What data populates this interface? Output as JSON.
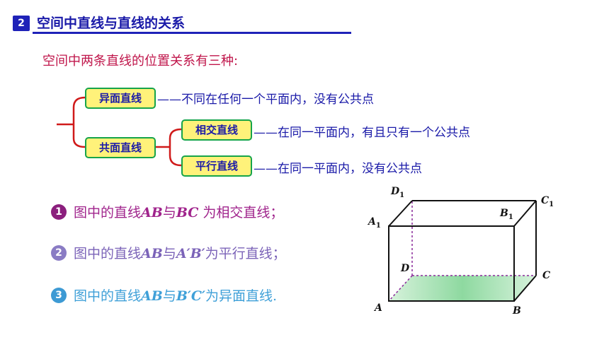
{
  "header": {
    "badge": "2",
    "title": "空间中直线与直线的关系"
  },
  "intro": "空间中两条直线的位置关系有三种:",
  "tree": {
    "skew": {
      "label": "异面直线",
      "desc": "——不同在任何一个平面内，没有公共点"
    },
    "coplanar": {
      "label": "共面直线"
    },
    "intersect": {
      "label": "相交直线",
      "desc": "——在同一平面内，有且只有一个公共点"
    },
    "parallel": {
      "label": "平行直线",
      "desc": "——在同一平面内，没有公共点"
    }
  },
  "statements": [
    {
      "num": "1",
      "pre": "图中的直线",
      "a": "AB",
      "mid": "与",
      "b": "BC",
      "post": " 为相交直线；",
      "color": "#a0248c",
      "badge": "#8b1f7d"
    },
    {
      "num": "2",
      "pre": "图中的直线",
      "a": "AB",
      "mid": "与",
      "b": "A′B′",
      "post": "为平行直线；",
      "color": "#7b63b8",
      "badge": "#8a7cc4"
    },
    {
      "num": "3",
      "pre": "图中的直线",
      "a": "AB",
      "mid": "与",
      "b": "B′C′",
      "post": "为异面直线.",
      "color": "#3fa0d8",
      "badge": "#3d9ad4"
    }
  ],
  "figure": {
    "labels": {
      "D1": "D",
      "C1": "C",
      "A1": "A",
      "B1": "B",
      "D": "D",
      "C": "C",
      "A": "A",
      "B": "B",
      "sub": "1"
    }
  }
}
